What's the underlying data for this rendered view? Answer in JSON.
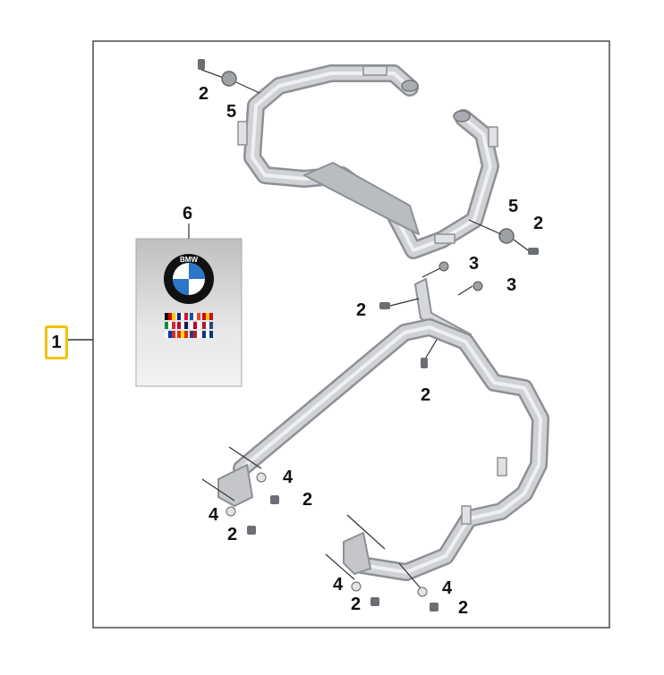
{
  "diagram": {
    "main_callout": "1",
    "manual_callout": "6",
    "manual_cover": {
      "logo_text": "BMW",
      "flag_count": 12
    },
    "callouts": [
      {
        "id": "c-2-top",
        "label": "2"
      },
      {
        "id": "c-5-top",
        "label": "5"
      },
      {
        "id": "c-5-right",
        "label": "5"
      },
      {
        "id": "c-2-right",
        "label": "2"
      },
      {
        "id": "c-3-a",
        "label": "3"
      },
      {
        "id": "c-3-b",
        "label": "3"
      },
      {
        "id": "c-2-mid-left",
        "label": "2"
      },
      {
        "id": "c-2-mid-below",
        "label": "2"
      },
      {
        "id": "c-4-left-a",
        "label": "4"
      },
      {
        "id": "c-2-left-a",
        "label": "2"
      },
      {
        "id": "c-4-left-b",
        "label": "4"
      },
      {
        "id": "c-2-left-b",
        "label": "2"
      },
      {
        "id": "c-4-right-a",
        "label": "4"
      },
      {
        "id": "c-2-right-a",
        "label": "2"
      },
      {
        "id": "c-4-right-b",
        "label": "4"
      },
      {
        "id": "c-2-right-b",
        "label": "2"
      }
    ],
    "colors": {
      "frame": "#555555",
      "highlight": "#f2c200",
      "tube": "#c7c9cc",
      "tube_edge": "#8d9095",
      "manual_bg": "#d9d9d9"
    }
  }
}
